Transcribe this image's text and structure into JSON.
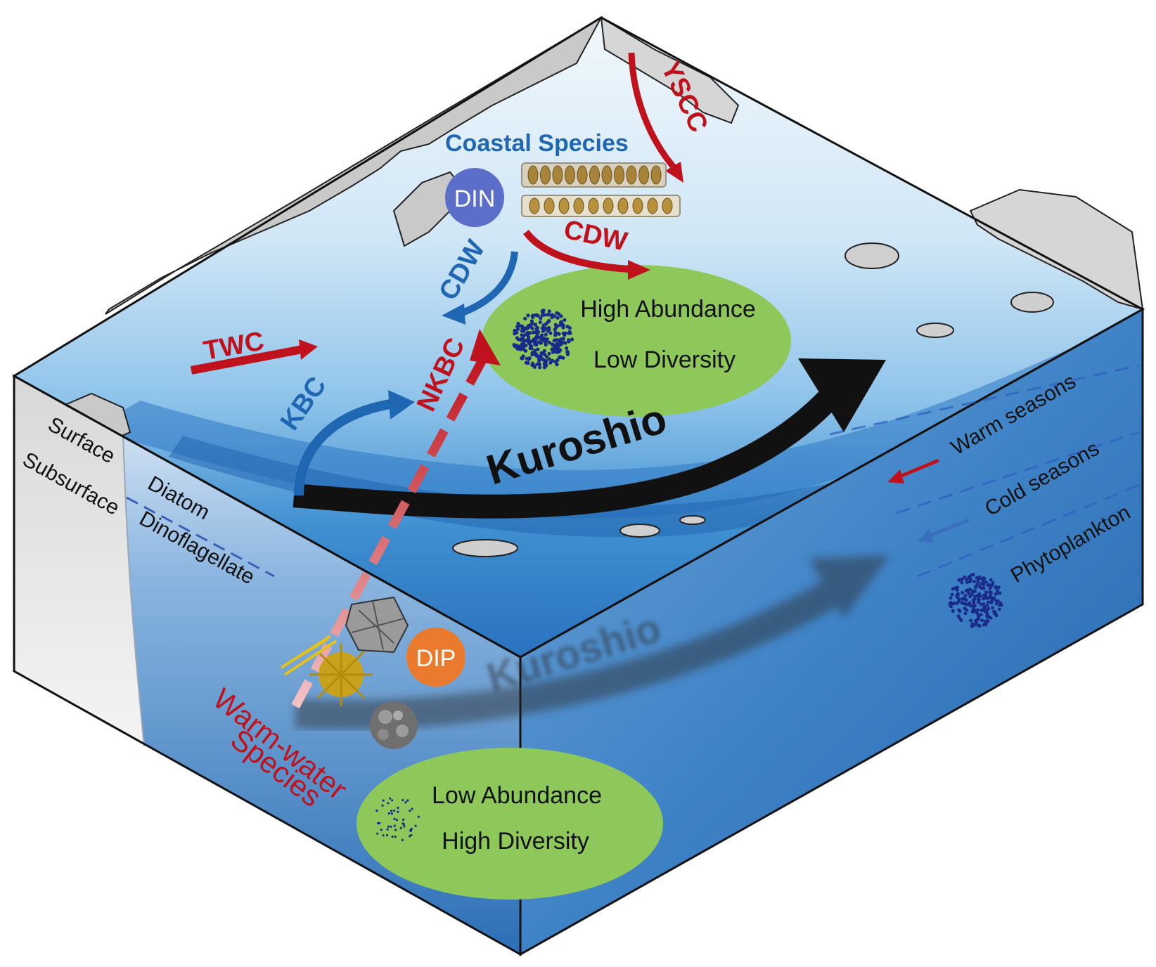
{
  "currents": {
    "ysc": "YSCC",
    "cdw_east": "CDW",
    "cdw_south": "CDW",
    "twc": "TWC",
    "kbc": "KBC",
    "nkbc": "NKBC",
    "kuroshio_surface": "Kuroshio",
    "kuroshio_subsurface": "Kuroshio"
  },
  "species": {
    "coastal": "Coastal Species",
    "warm_line1": "Warm-water",
    "warm_line2": "Species"
  },
  "nutrients": {
    "din": "DIN",
    "dip": "DIP"
  },
  "high_zone": {
    "line1": "High Abundance",
    "line2": "Low Diversity"
  },
  "low_zone": {
    "line1": "Low Abundance",
    "line2": "High Diversity"
  },
  "layers": {
    "surface": "Surface",
    "subsurface": "Subsurface",
    "diatom": "Diatom",
    "dinoflagellate": "Dinoflagellate"
  },
  "legend": {
    "warm": "Warm seasons",
    "cold": "Cold seasons",
    "phyto": "Phytoplankton"
  },
  "colors": {
    "warm_arrow": "#c0121c",
    "cold_arrow": "#1f66b3",
    "kuroshio": "#111111",
    "green_zone": "#8ec85a",
    "din_circle": "#5b6ec9",
    "dip_circle": "#ea7a2e",
    "coastal_text": "#1f66b3",
    "warm_text": "#c0121c",
    "phyto_dots": "#1a2a8a"
  }
}
